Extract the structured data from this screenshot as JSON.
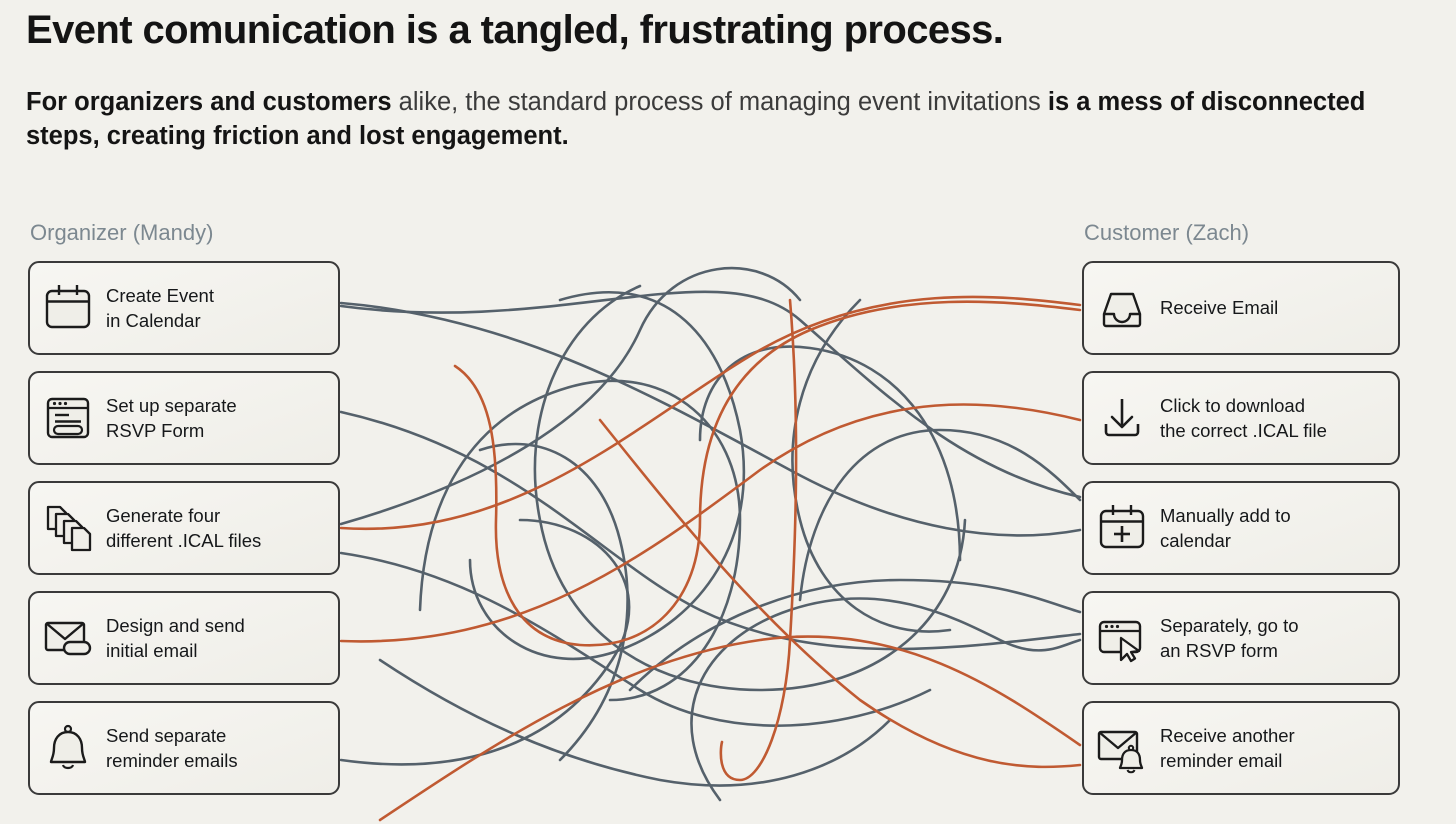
{
  "header": {
    "title": "Event comunication is a tangled, frustrating process.",
    "subtitle_bold_1": "For organizers and customers",
    "subtitle_normal": " alike, the standard process of managing event invitations ",
    "subtitle_bold_2": "is a mess of disconnected steps, creating friction and lost engagement."
  },
  "columns": {
    "left": {
      "label": "Organizer (Mandy)",
      "cards": [
        {
          "icon": "calendar-icon",
          "line1": "Create Event",
          "line2": "in Calendar"
        },
        {
          "icon": "form-window-icon",
          "line1": "Set up separate",
          "line2": "RSVP Form"
        },
        {
          "icon": "stacked-files-icon",
          "line1": "Generate four",
          "line2": "different .ICAL files"
        },
        {
          "icon": "envelope-send-icon",
          "line1": "Design and send",
          "line2": "initial email"
        },
        {
          "icon": "bell-icon",
          "line1": "Send separate",
          "line2": "reminder emails"
        }
      ]
    },
    "right": {
      "label": "Customer (Zach)",
      "cards": [
        {
          "icon": "inbox-tray-icon",
          "line1": "Receive Email",
          "line2": ""
        },
        {
          "icon": "download-icon",
          "line1": "Click to download",
          "line2": "the correct .ICAL file"
        },
        {
          "icon": "calendar-plus-icon",
          "line1": "Manually add to",
          "line2": "calendar"
        },
        {
          "icon": "browser-cursor-icon",
          "line1": "Separately, go to",
          "line2": "an RSVP form"
        },
        {
          "icon": "envelope-bell-icon",
          "line1": "Receive another",
          "line2": "reminder email"
        }
      ]
    }
  },
  "colors": {
    "background": "#f2f1ec",
    "card_border": "#3a3a3a",
    "card_fill": "#f4f3ee",
    "text": "#16181a",
    "label": "#7c8890",
    "line_grey": "#55616b",
    "line_orange": "#c05a32"
  },
  "connectors": {
    "count": 22,
    "description": "tangled criss-crossing curved connector lines between organizer and customer steps"
  }
}
